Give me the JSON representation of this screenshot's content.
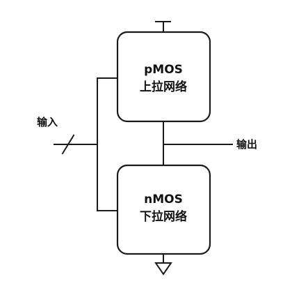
{
  "pull_up": {
    "type": "pMOS",
    "name": "上拉网络"
  },
  "pull_down": {
    "type": "nMOS",
    "name": "下拉网络"
  },
  "ports": {
    "input": "输入",
    "output": "输出"
  },
  "icons": {
    "supply": "vdd-supply-icon",
    "ground": "ground-icon",
    "bus": "bus-slash-icon"
  }
}
